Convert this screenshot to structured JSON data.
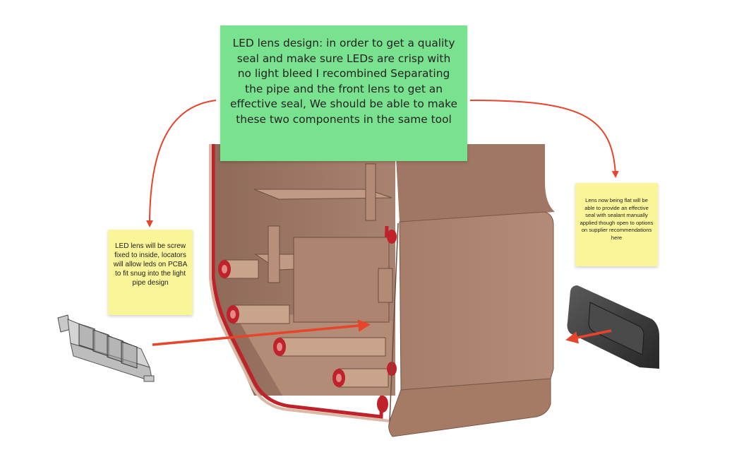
{
  "notes": {
    "main": "LED lens design: in order to get a quality seal and make sure LEDs are crisp with no light bleed I recombined Separating the pipe and the  front lens to get an effective seal, We should be able to make these two components in the same tool",
    "left": "LED lens will be screw fixed to inside, locators will allow leds on PCBA to fit snug into the light pipe design",
    "right": "Lens now being flat will be able to provide an effective seal with sealant manually applied though open to options on supplier recommendations here"
  },
  "colors": {
    "main_note": "#78e28e",
    "sticky_note": "#fbf59a",
    "arrow": "#e8432b",
    "housing": "#a97e69",
    "gasket": "#c0222c"
  }
}
